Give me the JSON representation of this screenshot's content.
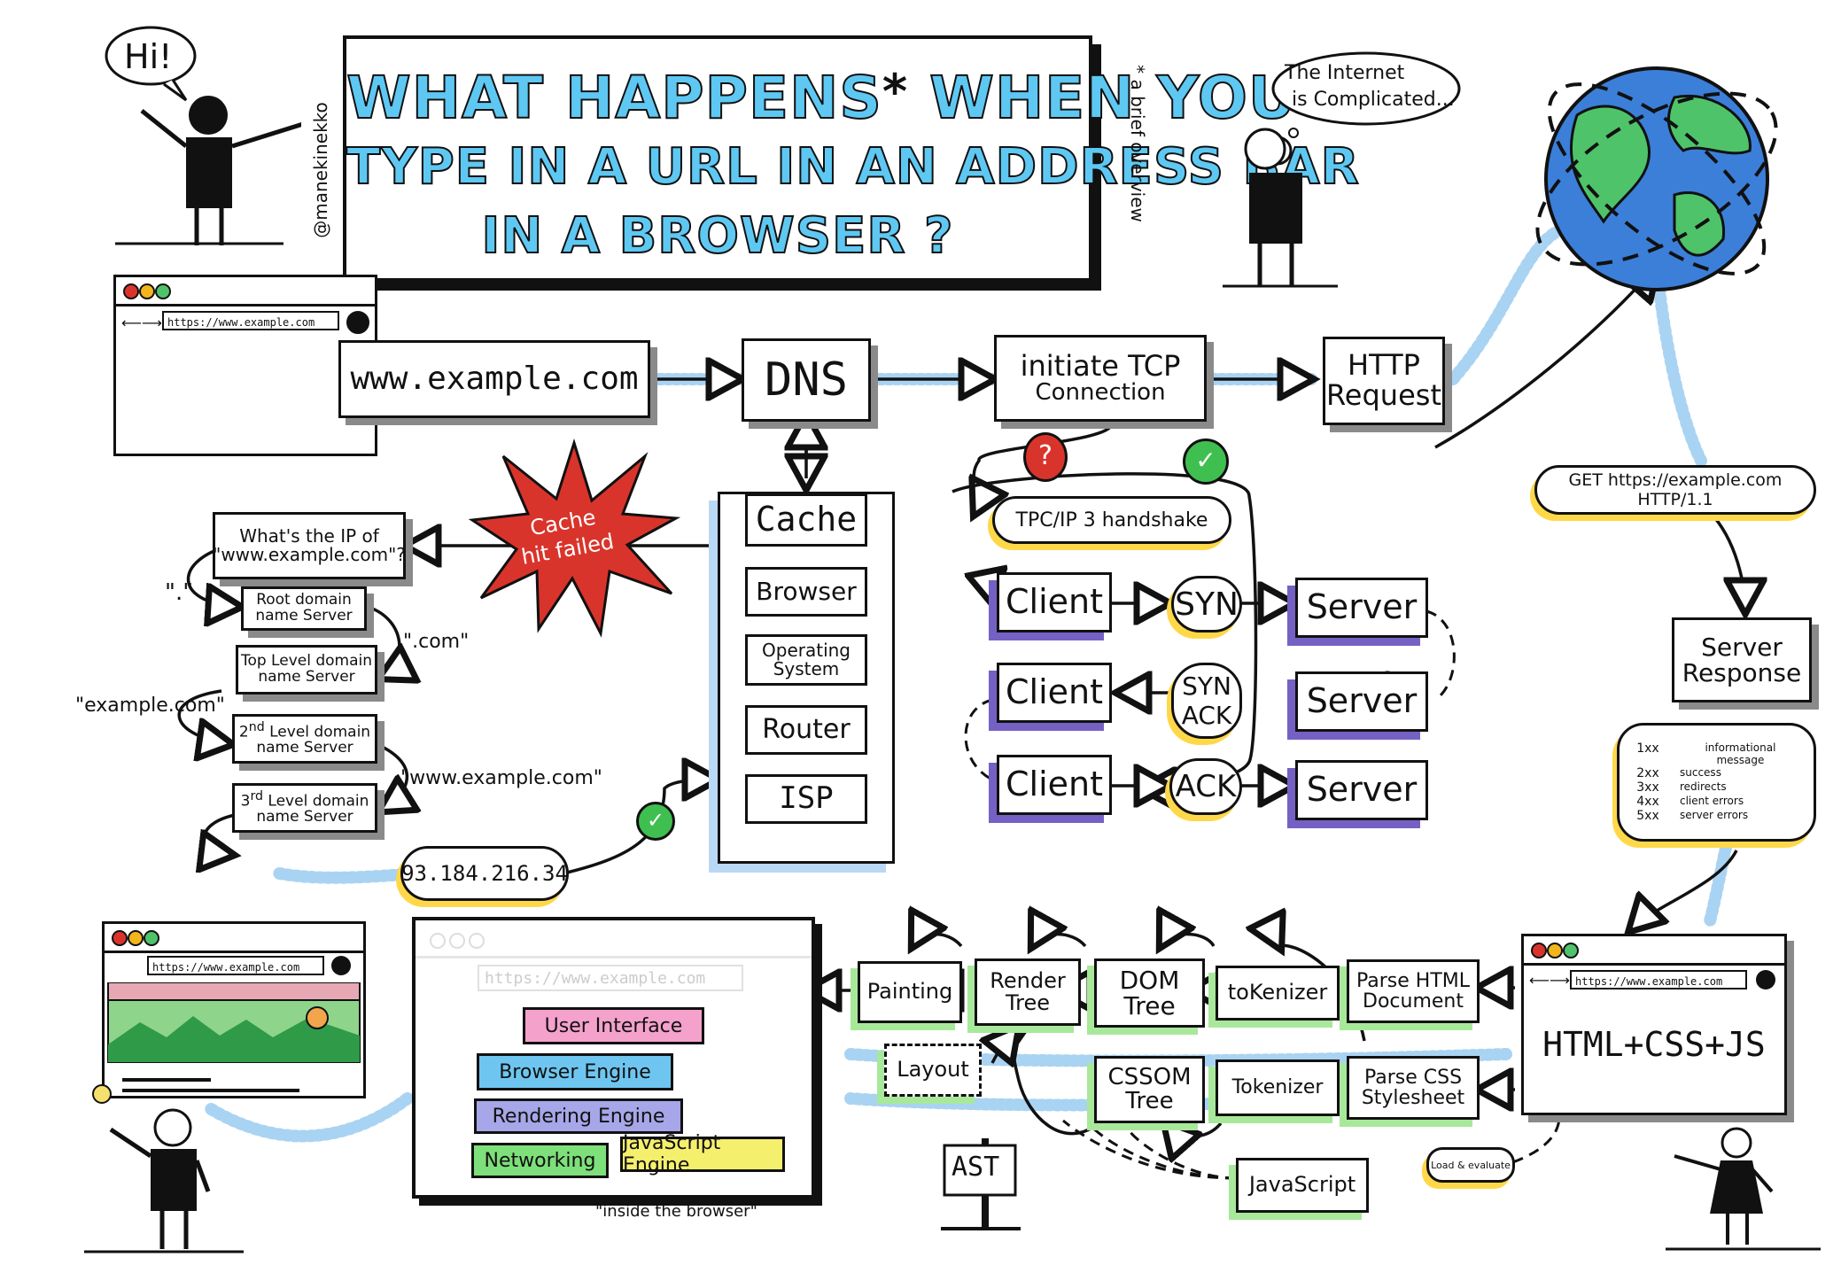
{
  "title": {
    "line1": "WHAT HAPPENS",
    "asterisk": "*",
    "line1b": "WHEN YOU",
    "line2": "TYPE IN A URL IN AN ADDRESS BAR",
    "line3": "IN A BROWSER ?",
    "side_note": "* a brief overview",
    "author": "@manekinekko"
  },
  "speech": {
    "hi": "Hi!",
    "internet_line1": "The Internet",
    "internet_line2": "is Complicated..."
  },
  "browser_url": "https://www.example.com",
  "flow": {
    "url_box": "www.example.com",
    "dns": "DNS",
    "tcp_line1": "initiate TCP",
    "tcp_line2": "Connection",
    "http_line1": "HTTP",
    "http_line2": "Request"
  },
  "cache": {
    "title": "Cache",
    "items": [
      "Browser",
      "Operating System",
      "Router",
      "ISP"
    ]
  },
  "cache_fail": {
    "line1": "Cache",
    "line2": "hit failed"
  },
  "resolver": {
    "question": "What's the IP of \"www.example.com\"?",
    "root": "Root domain name Server",
    "tld_label": "Top Level domain name Server",
    "second_prefix": "2",
    "second_sup": "nd",
    "second_rest": " Level domain name Server",
    "third_prefix": "3",
    "third_sup": "rd",
    "third_rest": " Level domain name Server",
    "dot_label": "\".\"",
    "com_label": "\".com\"",
    "example_label": "\"example.com\"",
    "www_label": "\"www.example.com\"",
    "ip": "93.184.216.34"
  },
  "handshake": {
    "question_mark": "?",
    "label": "TPC/IP 3 handshake",
    "client": "Client",
    "server": "Server",
    "syn": "SYN",
    "synack_line1": "SYN",
    "synack_line2": "ACK",
    "ack": "ACK"
  },
  "request": "GET https://example.com HTTP/1.1",
  "response": {
    "title_line1": "Server",
    "title_line2": "Response",
    "codes": [
      {
        "code": "1xx",
        "desc": "informational message"
      },
      {
        "code": "2xx",
        "desc": "success"
      },
      {
        "code": "3xx",
        "desc": "redirects"
      },
      {
        "code": "4xx",
        "desc": "client errors"
      },
      {
        "code": "5xx",
        "desc": "server errors"
      }
    ]
  },
  "render": {
    "html_css_js": "HTML+CSS+JS",
    "parse_html_line1": "Parse HTML",
    "parse_html_line2": "Document",
    "tokenizer_html": "toKenizer",
    "dom_line1": "DOM",
    "dom_line2": "Tree",
    "render_line1": "Render",
    "render_line2": "Tree",
    "painting": "Painting",
    "layout": "Layout",
    "parse_css_line1": "Parse CSS",
    "parse_css_line2": "Stylesheet",
    "tokenizer_css": "Tokenizer",
    "cssom_line1": "CSSOM",
    "cssom_line2": "Tree",
    "javascript": "JavaScript",
    "load_eval": "Load & evaluate",
    "ast": "AST"
  },
  "inside_browser": {
    "components": [
      "User Interface",
      "Browser Engine",
      "Rendering Engine",
      "Networking",
      "JavaScript Engine"
    ],
    "caption": "\"inside the browser\""
  },
  "colors": {
    "title_blue": "#5ec8f2",
    "globe_ocean": "#3b7fd9",
    "globe_land": "#4fc36a",
    "cache_fail_red": "#d9342b",
    "check_green": "#3fbf4f",
    "question_red": "#d9342b",
    "client_shadow_purple": "#7561c4",
    "cloud_yellow": "#ffd84a",
    "render_green": "#a8e89a",
    "dots_blue": "#a9d3f2",
    "ui_pink": "#f4a1cc",
    "engine_blue": "#6ec6f0",
    "rendering_purple": "#a6a6e8",
    "networking_green": "#7ee07a",
    "js_yellow": "#f5ef6e"
  }
}
